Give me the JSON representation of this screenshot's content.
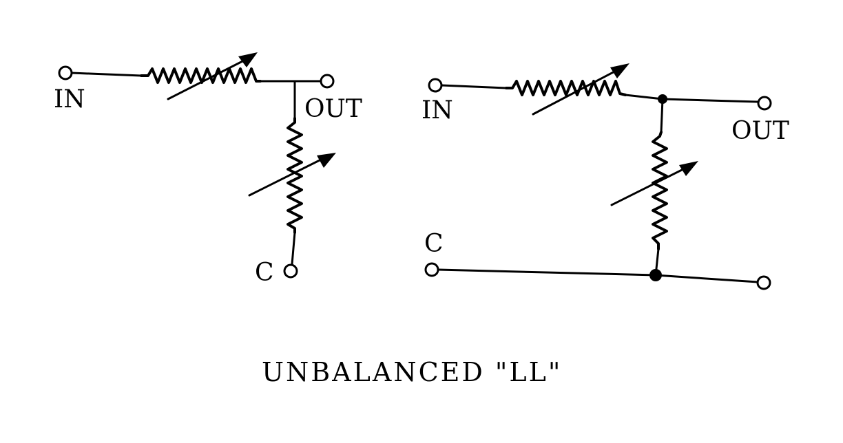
{
  "left": {
    "in_label": "IN",
    "out_label": "OUT",
    "c_label": "C"
  },
  "right": {
    "in_label": "IN",
    "out_label": "OUT",
    "c_label": "C"
  },
  "caption": "UNBALANCED \"LL\""
}
